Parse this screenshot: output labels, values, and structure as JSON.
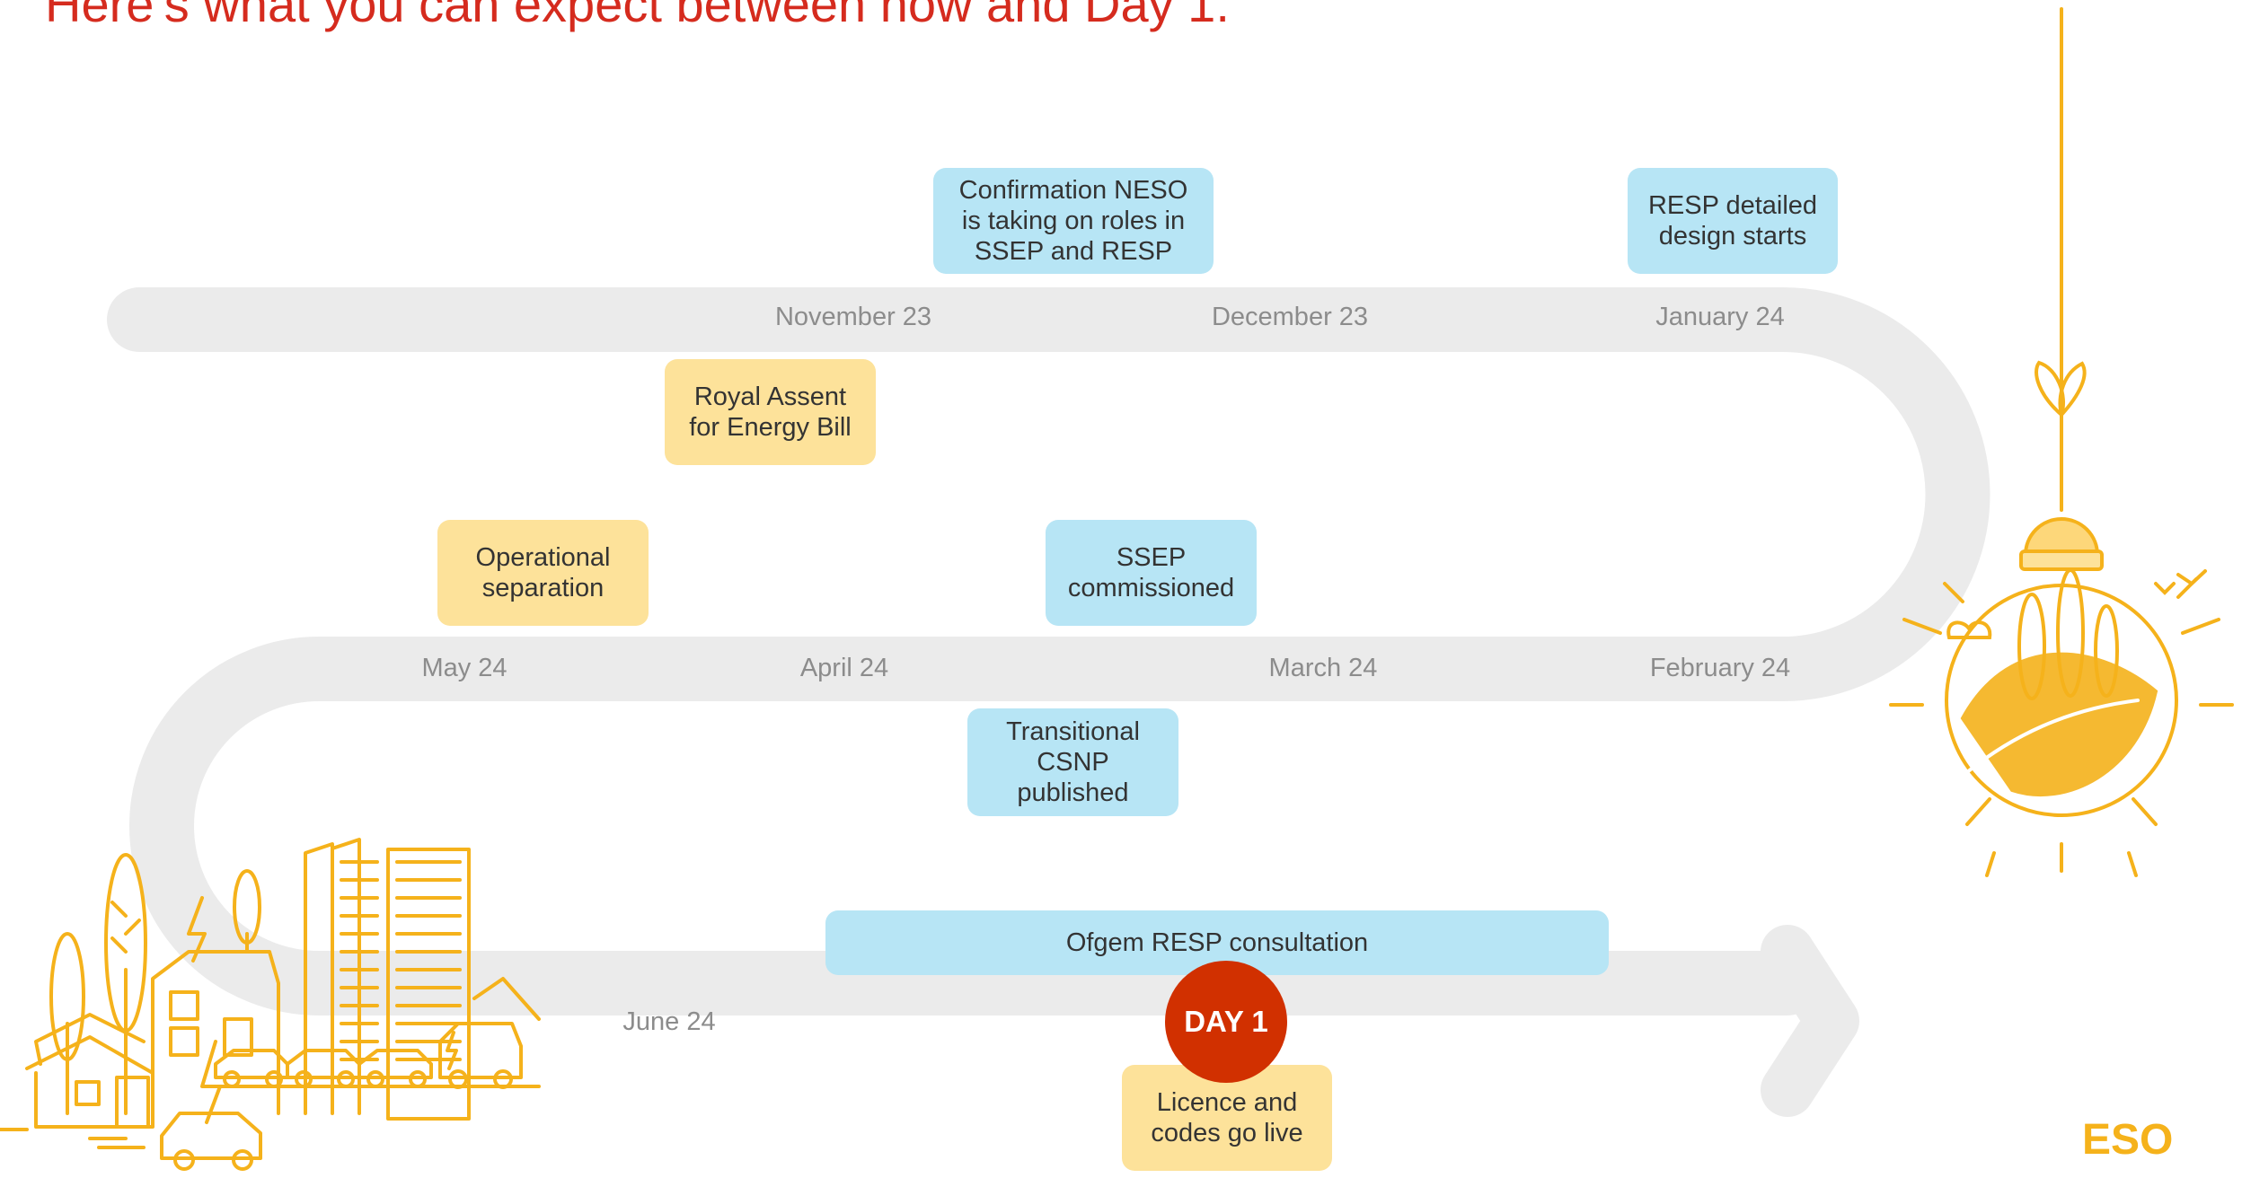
{
  "title": "Here’s what you can expect between now and Day 1.",
  "months": {
    "nov23": "November 23",
    "dec23": "December 23",
    "jan24": "January 24",
    "feb24": "February 24",
    "mar24": "March 24",
    "apr24": "April 24",
    "may24": "May 24",
    "jun24": "June 24"
  },
  "milestones": {
    "confirmation_neso": "Confirmation NESO\nis taking on roles in\nSSEP and RESP",
    "resp_design": "RESP detailed\ndesign starts",
    "royal_assent": "Royal Assent\nfor Energy Bill",
    "operational_separation": "Operational\nseparation",
    "ssep_commissioned": "SSEP\ncommissioned",
    "transitional_csnp": "Transitional\nCSNP\npublished",
    "ofgem_consultation": "Ofgem RESP consultation",
    "licence_codes": "Licence and\ncodes go live"
  },
  "day1": "DAY 1",
  "logo": "ESO",
  "colors": {
    "title": "#d52b1e",
    "track": "#ebebeb",
    "blue_box": "#b7e5f5",
    "yellow_box": "#fde29a",
    "day1": "#d13000",
    "illustration": "#f5b21b"
  }
}
